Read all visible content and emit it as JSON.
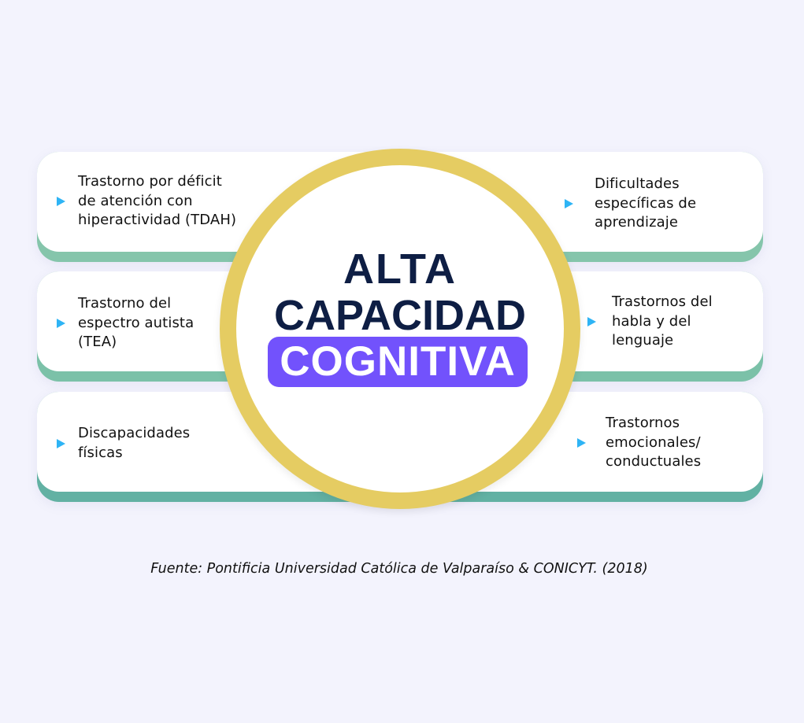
{
  "center": {
    "line1": "ALTA",
    "line2": "CAPACIDAD",
    "highlight": "COGNITIVA"
  },
  "items": [
    {
      "label": "Trastorno por déficit de atención con hiperactividad (TDAH)",
      "lines": [
        "Trastorno por déficit",
        "de atención con",
        "hiperactividad (TDAH)"
      ]
    },
    {
      "label": "Dificultades específicas de aprendizaje",
      "lines": [
        "Dificultades",
        "específicas de",
        "aprendizaje"
      ]
    },
    {
      "label": "Trastorno del espectro autista (TEA)",
      "lines": [
        "Trastorno del",
        "espectro autista",
        "(TEA)"
      ]
    },
    {
      "label": "Trastornos del habla y del lenguaje",
      "lines": [
        "Trastornos del",
        "habla y del",
        "lenguaje"
      ]
    },
    {
      "label": "Discapacidades físicas",
      "lines": [
        "Discapacidades",
        "físicas"
      ]
    },
    {
      "label": "Trastornos emocionales/ conductuales",
      "lines": [
        "Trastornos",
        "emocionales/",
        "conductuales"
      ]
    }
  ],
  "source": "Fuente: Pontificia Universidad Católica de Valparaíso & CONICYT. (2018)",
  "colors": {
    "background": "#F3F3FD",
    "row1_base": "#85C5AB",
    "row2_base": "#7BC1A8",
    "row3_base": "#62B1A3",
    "ring": "#E5CC62",
    "title": "#0E1E44",
    "highlight_bg": "#7252FC",
    "bullet": "#2EB4F5"
  }
}
